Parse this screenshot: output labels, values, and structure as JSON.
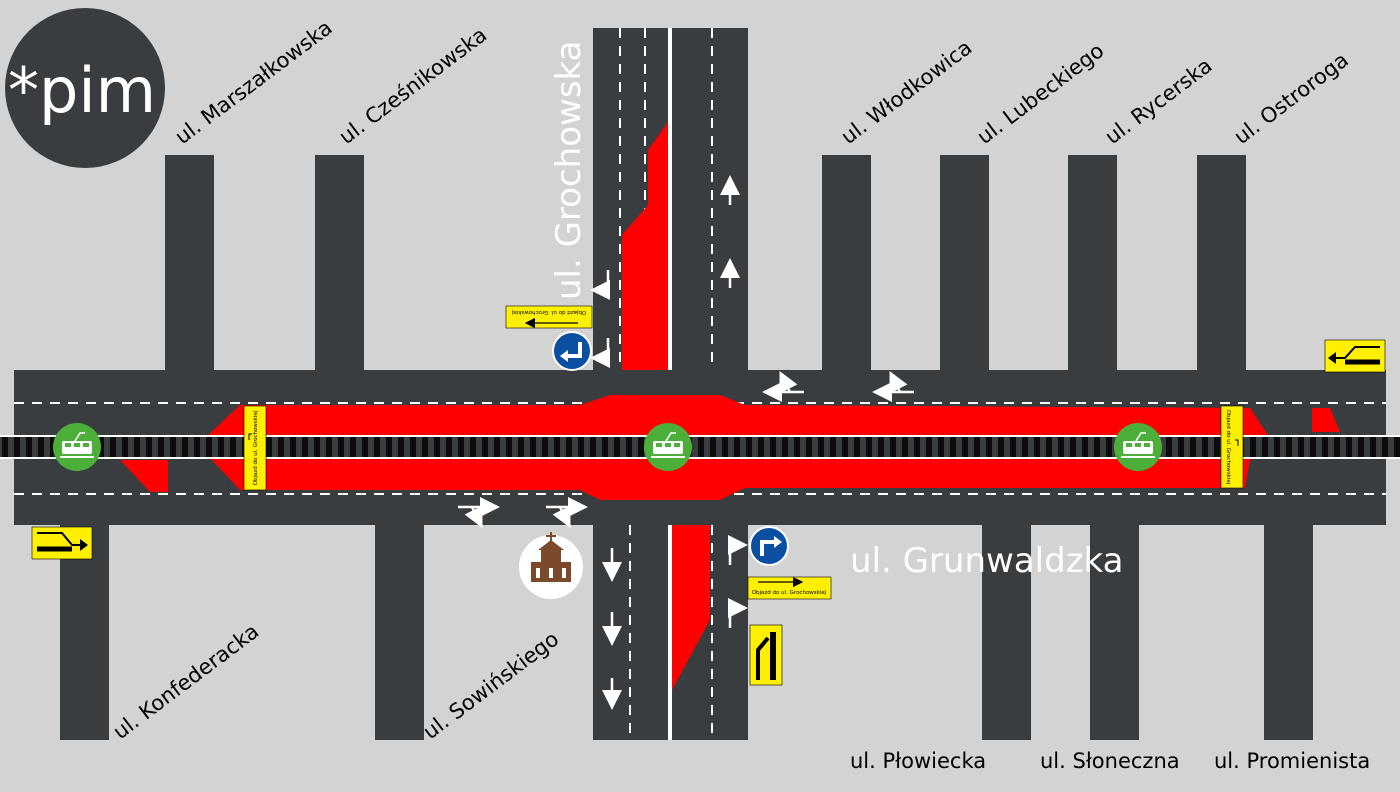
{
  "logo": {
    "text": "*pim",
    "bg": "#3a3d40",
    "fg": "#ffffff"
  },
  "colors": {
    "background": "#d3d3d3",
    "road": "#3a3d40",
    "closure": "#ff0000",
    "sign_yellow": "#ffef00",
    "sign_blue": "#0b4fa3",
    "tram_green": "#4caf3a",
    "white": "#ffffff"
  },
  "streets": {
    "main_horizontal": "ul. Grunwaldzka",
    "main_vertical": "ul. Grochowska",
    "top": [
      "ul. Marszałkowska",
      "ul. Cześnikowska",
      "ul. Włodkowica",
      "ul. Lubeckiego",
      "ul. Rycerska",
      "ul. Ostroroga"
    ],
    "bottom_rotated": [
      "ul. Konfederacka",
      "ul. Sowińskiego"
    ],
    "bottom_flat": [
      "ul. Płowiecka",
      "ul. Słoneczna",
      "ul. Promienista"
    ]
  },
  "detour_signs": {
    "top_left": "Objazd do ul. Grochowskiej",
    "bottom_right": "Objazd do ul. Grochowskiej",
    "vertical_left": "Objazd do ul. Grochowskiej",
    "vertical_right": "Objazd do ul. Grochowskiej"
  },
  "icons": {
    "tram_stops": [
      "tram-stop-icon",
      "tram-stop-icon",
      "tram-stop-icon"
    ],
    "church": "church-icon",
    "turn_left_sign": "mandatory-turn-left-icon",
    "turn_right_sign": "mandatory-turn-right-icon"
  }
}
